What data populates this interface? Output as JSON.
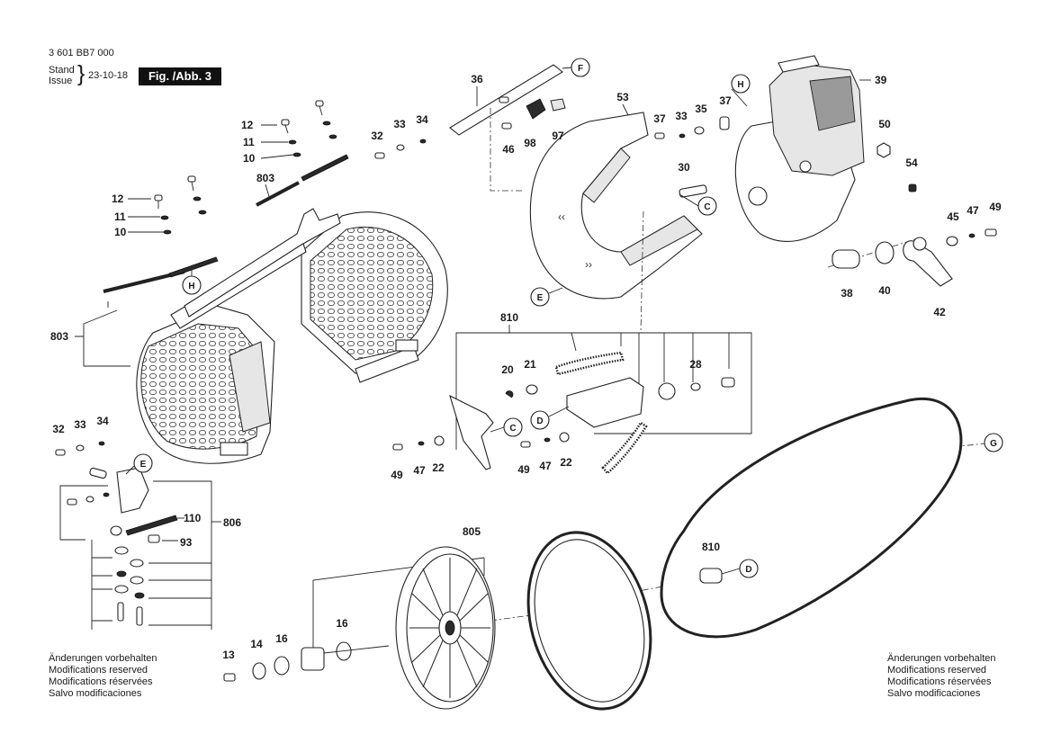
{
  "header": {
    "doc_number": "3 601 BB7 000",
    "stand_label": "Stand",
    "issue_label": "Issue",
    "issue_date": "23-10-18",
    "figure_label": "Fig. /Abb. 3"
  },
  "footer_left": [
    "Änderungen vorbehalten",
    "Modifications reserved",
    "Modifications réservées",
    "Salvo modificaciones"
  ],
  "footer_right": [
    "Änderungen vorbehalten",
    "Modifications reserved",
    "Modifications réservées",
    "Salvo modificaciones"
  ],
  "part_labels": {
    "p36": "36",
    "p53": "53",
    "p39": "39",
    "p37a": "37",
    "p33a": "33",
    "p35": "35",
    "p37b": "37",
    "p50": "50",
    "p54": "54",
    "p30": "30",
    "p45": "45",
    "p47a": "47",
    "p49a": "49",
    "p38": "38",
    "p40": "40",
    "p42": "42",
    "p33b": "33",
    "p34a": "34",
    "p32a": "32",
    "p46": "46",
    "p98": "98",
    "p97": "97",
    "p12a": "12",
    "p11a": "11",
    "p10a": "10",
    "p803a": "803",
    "p12b": "12",
    "p11b": "11",
    "p10b": "10",
    "p803b": "803",
    "p810a": "810",
    "p20": "20",
    "p21": "21",
    "p28": "28",
    "p49b": "49",
    "p47b": "47",
    "p22a": "22",
    "p49c": "49",
    "p47c": "47",
    "p22b": "22",
    "p32b": "32",
    "p33c": "33",
    "p34b": "34",
    "p110": "110",
    "p806": "806",
    "p93": "93",
    "p805": "805",
    "p810b": "810",
    "p13": "13",
    "p14": "14",
    "p16a": "16",
    "p16b": "16"
  },
  "ref_markers": {
    "F": "F",
    "H1": "H",
    "H2": "H",
    "C1": "C",
    "C2": "C",
    "D1": "D",
    "D2": "D",
    "E1": "E",
    "E2": "E",
    "G": "G"
  }
}
